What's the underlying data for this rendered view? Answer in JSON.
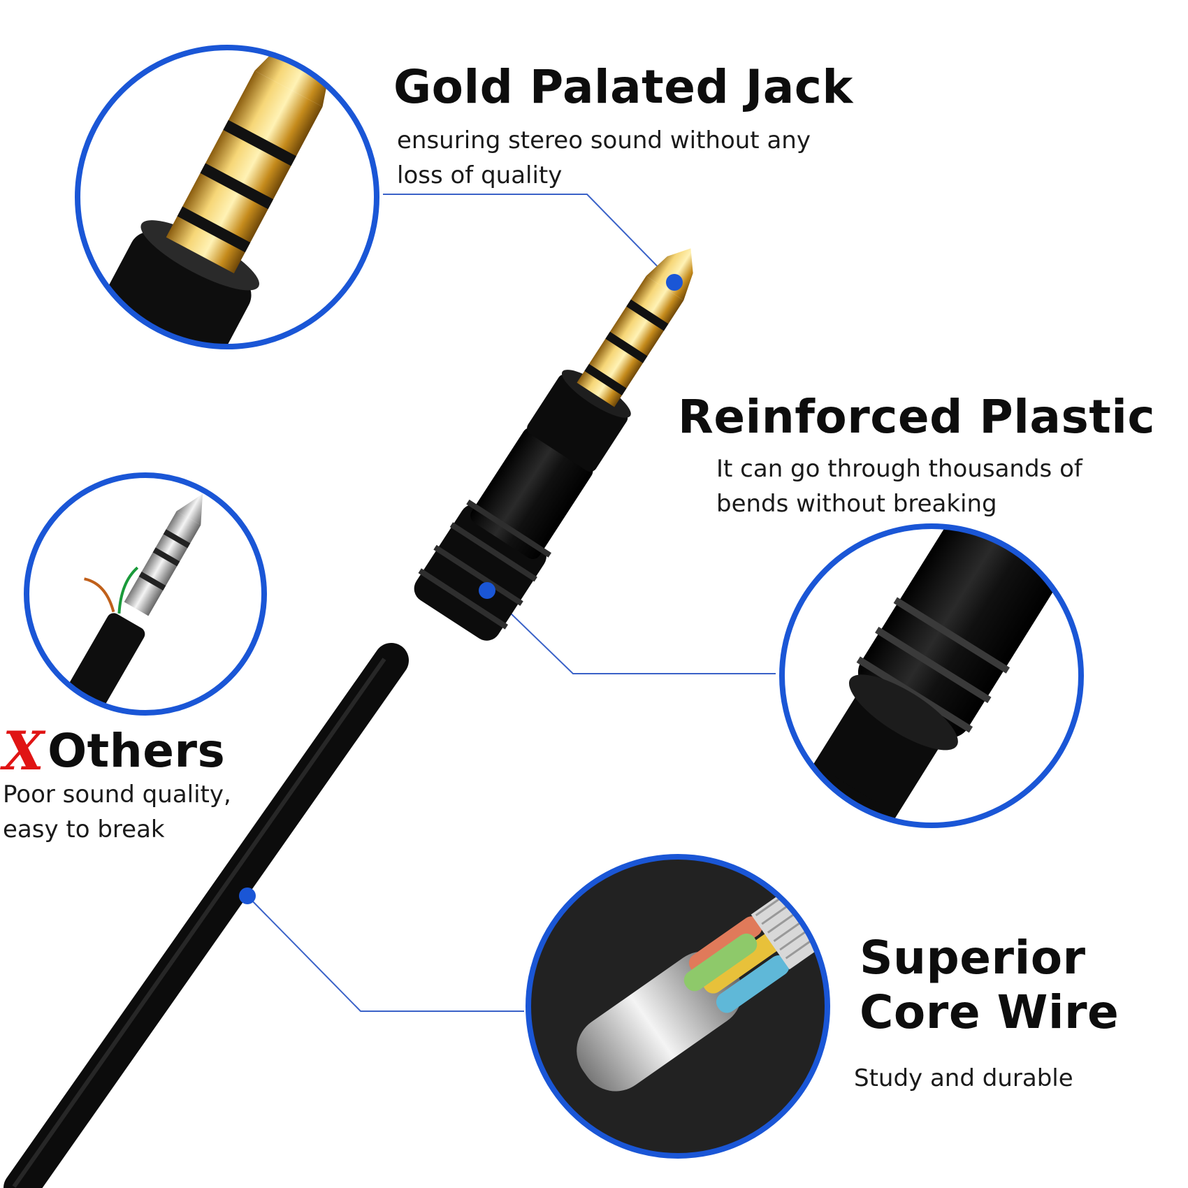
{
  "colors": {
    "accent_blue": "#1a56d6",
    "cable_black": "#0c0c0c",
    "gold": "#d6a630",
    "cross_red": "#e01414"
  },
  "gold_jack": {
    "title": "Gold Palated Jack",
    "desc_line1": "ensuring stereo sound without any",
    "desc_line2": "loss of quality"
  },
  "reinforced": {
    "title": "Reinforced Plastic",
    "desc_line1": "It can go through thousands of",
    "desc_line2": "bends without breaking"
  },
  "others": {
    "cross_glyph": "X",
    "title": "Others",
    "desc_line1": "Poor sound quality,",
    "desc_line2": "easy to break"
  },
  "core_wire": {
    "title_line1": "Superior",
    "title_line2": "Core Wire",
    "desc": "Study and durable"
  },
  "icons": [
    "gold-jack-closeup-icon",
    "reinforced-plastic-closeup-icon",
    "broken-cable-icon",
    "core-wire-closeup-icon",
    "callout-dot-icon"
  ]
}
